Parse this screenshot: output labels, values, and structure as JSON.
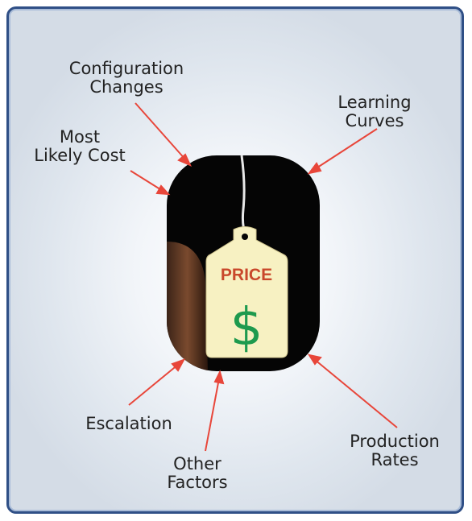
{
  "labels": {
    "configuration_changes": [
      "Configuration",
      "Changes"
    ],
    "learning_curves": [
      "Learning",
      "Curves"
    ],
    "most_likely_cost": [
      "Most",
      "Likely Cost"
    ],
    "escalation": [
      "Escalation"
    ],
    "other_factors": [
      "Other",
      "Factors"
    ],
    "production_rates": [
      "Production",
      "Rates"
    ]
  },
  "tag": {
    "title": "PRICE",
    "symbol": "$"
  },
  "colors": {
    "arrow": "#e8463a",
    "frame_border": "#2f4f86",
    "tag_fill": "#f7f1c2",
    "tag_title": "#c9482b",
    "dollar": "#1e9a4e",
    "photo_bg": "#050505"
  }
}
